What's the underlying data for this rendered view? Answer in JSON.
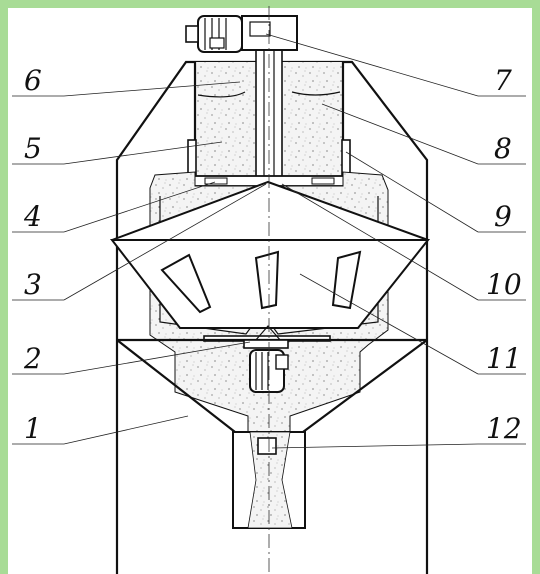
{
  "diagram": {
    "callouts": [
      {
        "id": "1",
        "text": "1"
      },
      {
        "id": "2",
        "text": "2"
      },
      {
        "id": "3",
        "text": "3"
      },
      {
        "id": "4",
        "text": "4"
      },
      {
        "id": "5",
        "text": "5"
      },
      {
        "id": "6",
        "text": "6"
      },
      {
        "id": "7",
        "text": "7"
      },
      {
        "id": "8",
        "text": "8"
      },
      {
        "id": "9",
        "text": "9"
      },
      {
        "id": "10",
        "text": "10"
      },
      {
        "id": "11",
        "text": "11"
      },
      {
        "id": "12",
        "text": "12"
      }
    ],
    "colors": {
      "frame": "#a8dc96",
      "paper": "#ffffff",
      "line": "#111111",
      "fill_material": "#f1f1f1"
    }
  }
}
